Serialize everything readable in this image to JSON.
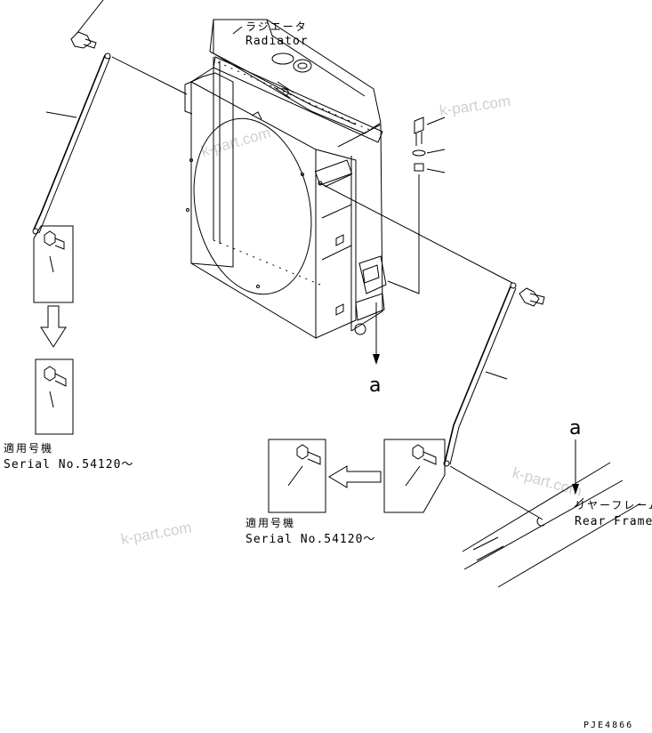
{
  "labels": {
    "radiator_jp": "ラジエータ",
    "radiator_en": "Radiator",
    "rear_frame_jp": "リヤーフレーム",
    "rear_frame_en": "Rear Frame",
    "serial_jp_1": "適用号機",
    "serial_en_1": "Serial No.54120～",
    "serial_jp_2": "適用号機",
    "serial_en_2": "Serial No.54120～",
    "callout_a_1": "a",
    "callout_a_2": "a",
    "drawing_code": "PJE4866"
  },
  "watermarks": [
    "k-part.com",
    "k-part.com",
    "k-part.com",
    "k-part.com"
  ]
}
